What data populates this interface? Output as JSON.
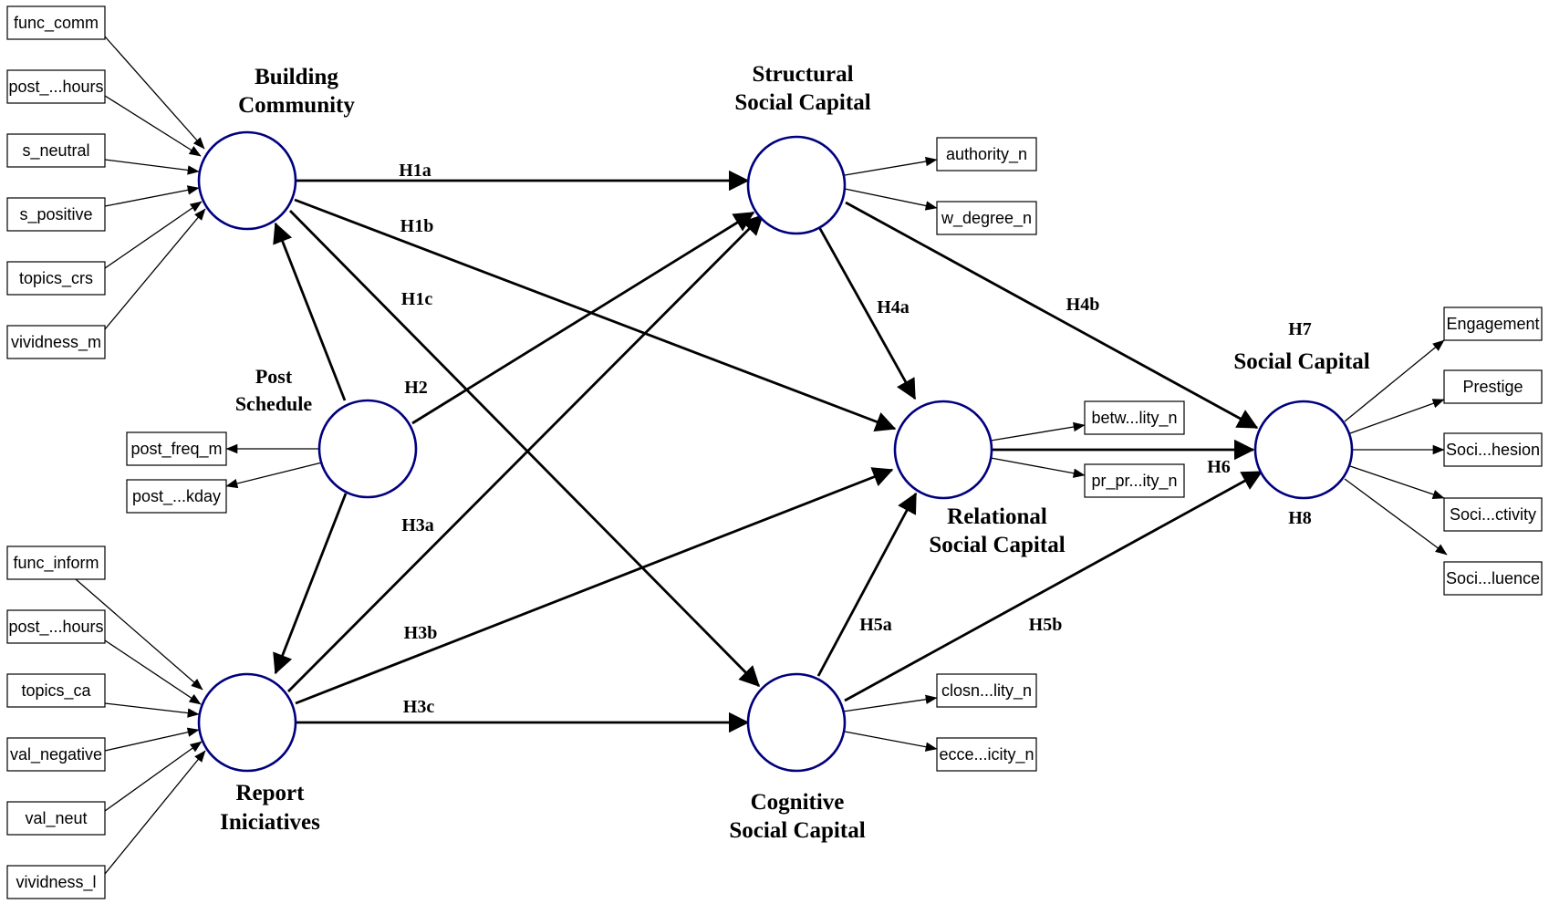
{
  "constructs": {
    "building_community": [
      "Building",
      "Community"
    ],
    "post_schedule": [
      "Post",
      "Schedule"
    ],
    "report_iniciatives": [
      "Report",
      "Iniciatives"
    ],
    "structural": [
      "Structural",
      "Social Capital"
    ],
    "relational": [
      "Relational",
      "Social Capital"
    ],
    "cognitive": [
      "Cognitive",
      "Social Capital"
    ],
    "social_capital": [
      "Social Capital"
    ]
  },
  "indicators": {
    "building_community": [
      "func_comm",
      "post_...hours",
      "s_neutral",
      "s_positive",
      "topics_crs",
      "vividness_m"
    ],
    "post_schedule": [
      "post_freq_m",
      "post_...kday"
    ],
    "report_iniciatives": [
      "func_inform",
      "post_...hours",
      "topics_ca",
      "val_negative",
      "val_neut",
      "vividness_l"
    ],
    "structural": [
      "authority_n",
      "w_degree_n"
    ],
    "relational": [
      "betw...lity_n",
      "pr_pr...ity_n"
    ],
    "cognitive": [
      "closn...lity_n",
      "ecce...icity_n"
    ],
    "social_capital": [
      "Engagement",
      "Prestige",
      "Soci...hesion",
      "Soci...ctivity",
      "Soci...luence"
    ]
  },
  "hypotheses": {
    "h1a": "H1a",
    "h1b": "H1b",
    "h1c": "H1c",
    "h2": "H2",
    "h3a": "H3a",
    "h3b": "H3b",
    "h3c": "H3c",
    "h4a": "H4a",
    "h4b": "H4b",
    "h5a": "H5a",
    "h5b": "H5b",
    "h6": "H6",
    "h7": "H7",
    "h8": "H8"
  },
  "colors": {
    "construct_outline": "#00007f",
    "arrow": "#000000"
  }
}
